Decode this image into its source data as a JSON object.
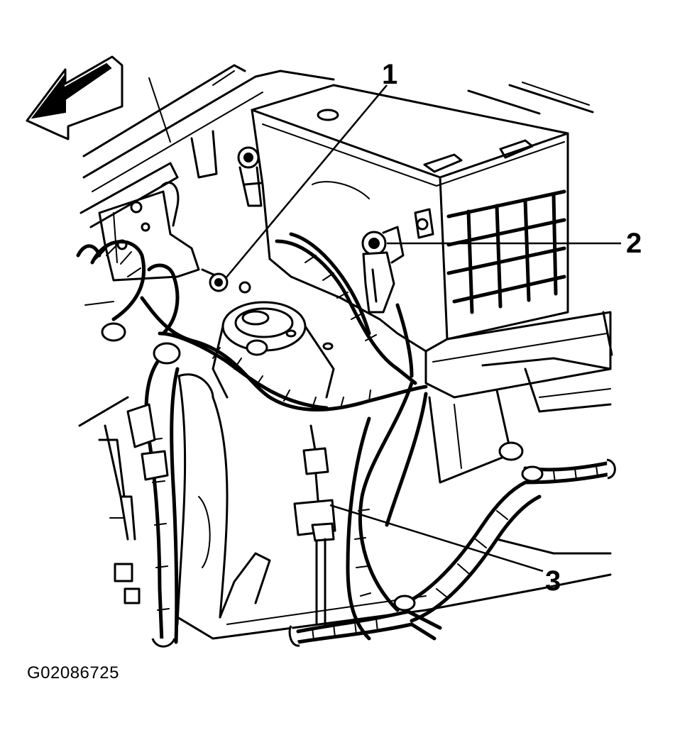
{
  "figure": {
    "id": "G02086725",
    "callouts": [
      {
        "number": "1"
      },
      {
        "number": "2"
      },
      {
        "number": "3"
      }
    ],
    "icons": [
      "direction-arrow-icon"
    ]
  }
}
